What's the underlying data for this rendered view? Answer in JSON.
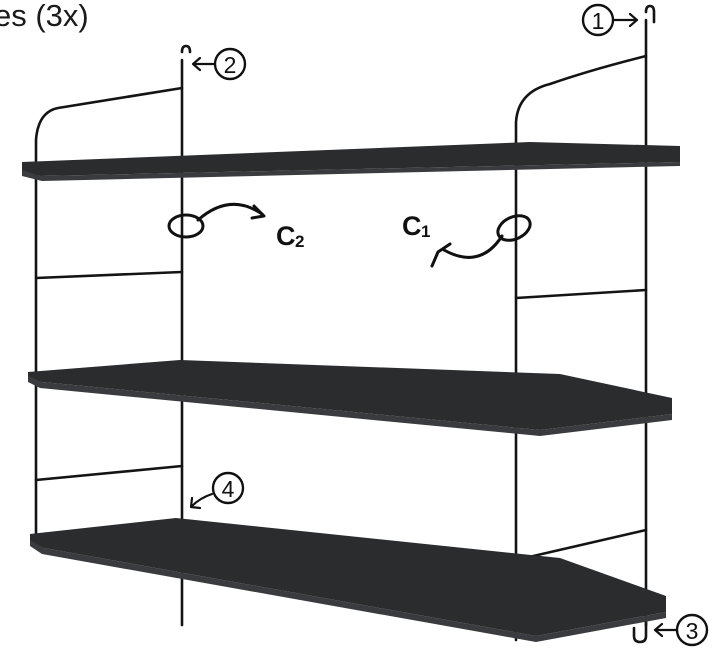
{
  "caption": "es (3x)",
  "callouts": [
    "1",
    "2",
    "3",
    "4"
  ],
  "parts": {
    "c1": {
      "letter": "C",
      "sub": "1"
    },
    "c2": {
      "letter": "C",
      "sub": "2"
    }
  },
  "colors": {
    "shelf": "#2b2c2e",
    "wire": "#141414",
    "background": "#ffffff"
  },
  "shelf_count": 3
}
